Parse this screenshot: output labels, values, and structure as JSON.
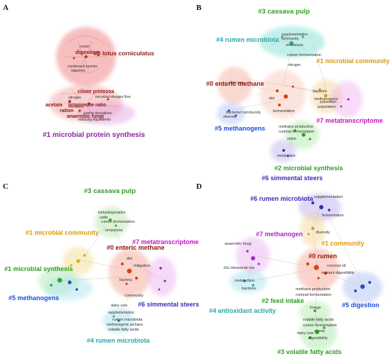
{
  "colors": {
    "red": "#c62828",
    "purple": "#7b1fa2",
    "green": "#2e9e1f",
    "teal": "#2aa7a7",
    "orange": "#d79b12",
    "magenta": "#c218c2",
    "blue": "#1e4fd8",
    "darkred": "#8e1a12"
  },
  "panels": {
    "A": {
      "letter": "A",
      "cluster0": "#0 lotus corniculatus",
      "cluster1": "#1 microbial protein synthesis",
      "terms": [
        "digestion",
        "ciliate protozoa",
        "propionate ratio",
        "acetate",
        "anaerobic fungi",
        "ration"
      ]
    },
    "B": {
      "letter": "B",
      "c3": "#3 cassava pulp",
      "c4": "#4 rumen microbiota",
      "c1": "#1 microbial community",
      "c0": "#0 enteric methane",
      "c7": "#7 metatranscriptome",
      "c5": "#5 methanogens",
      "c2": "#2 microbial synthesis",
      "c6": "#6 simmental steers",
      "terms": [
        "emissions",
        "rumen fermentation",
        "bacteria",
        "methanogens",
        "population",
        "fermentation",
        "bacterial community",
        "methane production",
        "ruminal fermentation"
      ]
    },
    "C": {
      "letter": "C",
      "c3": "#3 cassava pulp",
      "c1a": "#1 microbial community",
      "c7": "#7 metatranscriptome",
      "c0": "#0 enteric methane",
      "c1b": "#1 microbial synthesis",
      "c5": "#5 methanogens",
      "c6": "#6 simmental steers",
      "c4": "#4 rumen microbiota",
      "terms": [
        "rumen fermentation",
        "emissions",
        "mitigation",
        "community",
        "dairy cow",
        "rumen microbiota",
        "volatile fatty acids"
      ]
    },
    "D": {
      "letter": "D",
      "c6": "#6 rumen microbiota",
      "c7": "#7 methanogen",
      "c1": "#1 community",
      "c0": "#0 rumen",
      "c2": "#2 feed intake",
      "c4": "#4 antioxidant activity",
      "c5": "#5 digestion",
      "c3": "#3 volatile fatty acids",
      "terms": [
        "supplementation",
        "fermentation",
        "diversity",
        "anaerobic fungi",
        "16s ribosomal rna",
        "coconut oil",
        "nutrient digestibility",
        "metabolism",
        "bacteria",
        "methane production",
        "ruminal fermentation",
        "forage",
        "volatile fatty acids",
        "rumen fermentation",
        "sheep",
        "dairy cow",
        "digestibility"
      ]
    }
  }
}
